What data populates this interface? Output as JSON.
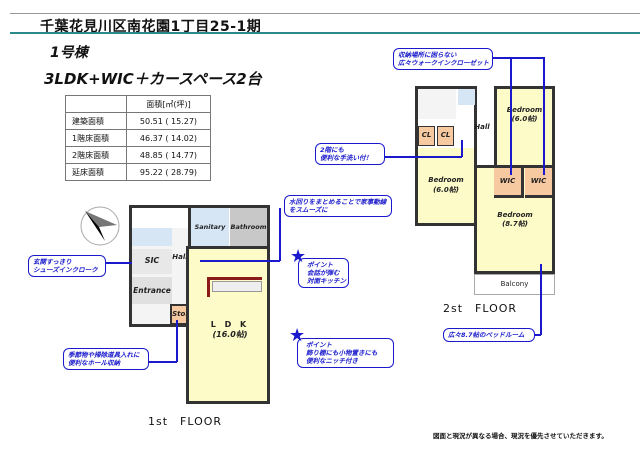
{
  "header": {
    "title": "千葉花見川区南花園1丁目25-1期",
    "building": "1号棟",
    "plan": "3LDK+WIC＋カースペース2台"
  },
  "area_table": {
    "header": [
      "",
      "面積[㎡(坪)]"
    ],
    "rows": [
      [
        "建築面積",
        "50.51 ( 15.27)"
      ],
      [
        "1階床面積",
        "46.37 ( 14.02)"
      ],
      [
        "2階床面積",
        "48.85 ( 14.77)"
      ],
      [
        "延床面積",
        "95.22 ( 28.79)"
      ]
    ]
  },
  "floor1": {
    "label": "1st　FLOOR",
    "rooms": {
      "sic": "SIC",
      "entrance": "Entrance",
      "hall": "Hall",
      "sanitary": "Sanitary",
      "bathroom": "Bathroom",
      "sto": "Sto.",
      "ldk": "L D K",
      "ldk_size": "(16.0帖)"
    },
    "callouts": {
      "shoes": "玄関すっきり\nシューズインクローク",
      "hall_storage": "季節物や掃除道具入れに\n便利なホール収納",
      "water": "水回りをまとめることで家事動線\nをスムーズに",
      "kitchen": "ポイント\n会話が弾む\n対面キッチン",
      "niche": "ポイント\n飾り棚にも小物置きにも\n便利なニッチ付き"
    }
  },
  "floor2": {
    "label": "2st　FLOOR",
    "rooms": {
      "hall": "Hall",
      "cl1": "CL",
      "cl2": "CL",
      "bed1": "Bedroom",
      "bed1_size": "(6.0帖)",
      "bed2": "Bedroom",
      "bed2_size": "(6.0帖)",
      "bed3": "Bedroom",
      "bed3_size": "(8.7帖)",
      "wic1": "WIC",
      "wic2": "WIC",
      "balcony": "Balcony"
    },
    "callouts": {
      "wic": "収納場所に困らない\n広々ウォークインクローゼット",
      "sink": "2階にも\n便利な手洗い付！",
      "bedroom": "広々8.7帖のベッドルーム"
    }
  },
  "footer_note": "図面と現況が異なる場合、現況を優先させていただきます。",
  "colors": {
    "accent": "#1a1acc",
    "teal": "#2a8a8a",
    "ldk": "#fdfbc8",
    "wet": "#d6e6f5",
    "storage": "#f7c9a0"
  }
}
